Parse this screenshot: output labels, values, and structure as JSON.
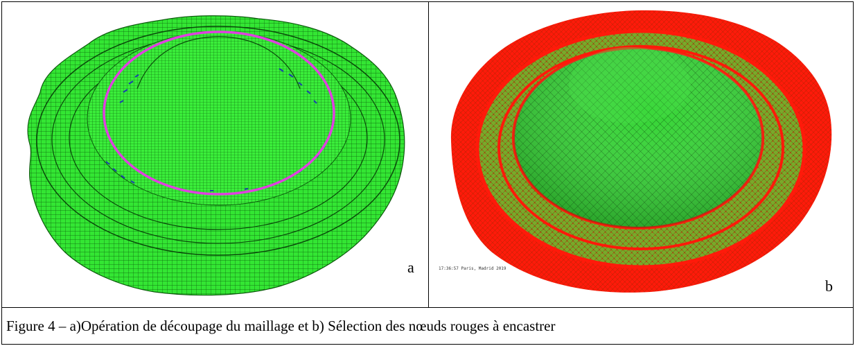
{
  "panel_a": {
    "label": "a"
  },
  "panel_b": {
    "label": "b",
    "timestamp": "17:36:57 Paris, Madrid 2019"
  },
  "caption": "Figure 4 – a)Opération de découpage du maillage et b) Sélection des nœuds rouges à encastrer",
  "colors": {
    "mesh_green": "#33e633",
    "mesh_line": "#0c5a0c",
    "cut_ring": "#e040e0",
    "cut_nodes": "#1a3fb0",
    "clamped_nodes": "#ff1a0a"
  }
}
